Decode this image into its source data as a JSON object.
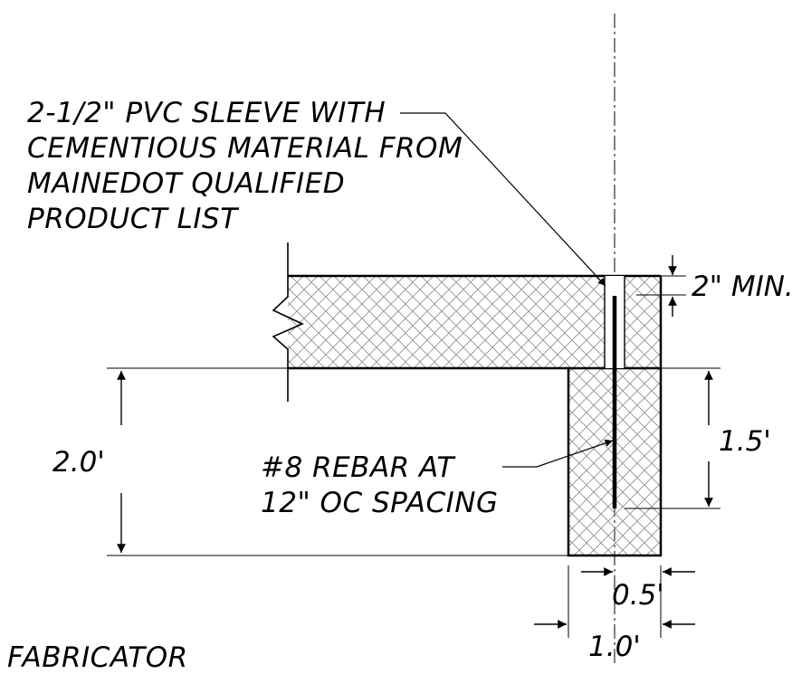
{
  "callouts": {
    "sleeve_note": {
      "line1": "2-1/2\" PVC SLEEVE WITH",
      "line2": "CEMENTIOUS MATERIAL FROM",
      "line3": "MAINEDOT QUALIFIED",
      "line4": "PRODUCT LIST"
    },
    "rebar_note": {
      "line1": "#8 REBAR AT",
      "line2": "12\" OC SPACING"
    }
  },
  "dimensions": {
    "cover_min": "2\" MIN.",
    "embed_depth": "1.5'",
    "footing_depth": "2.0'",
    "rebar_offset": "0.5'",
    "footing_width": "1.0'"
  },
  "bottom_note": "FABRICATOR"
}
